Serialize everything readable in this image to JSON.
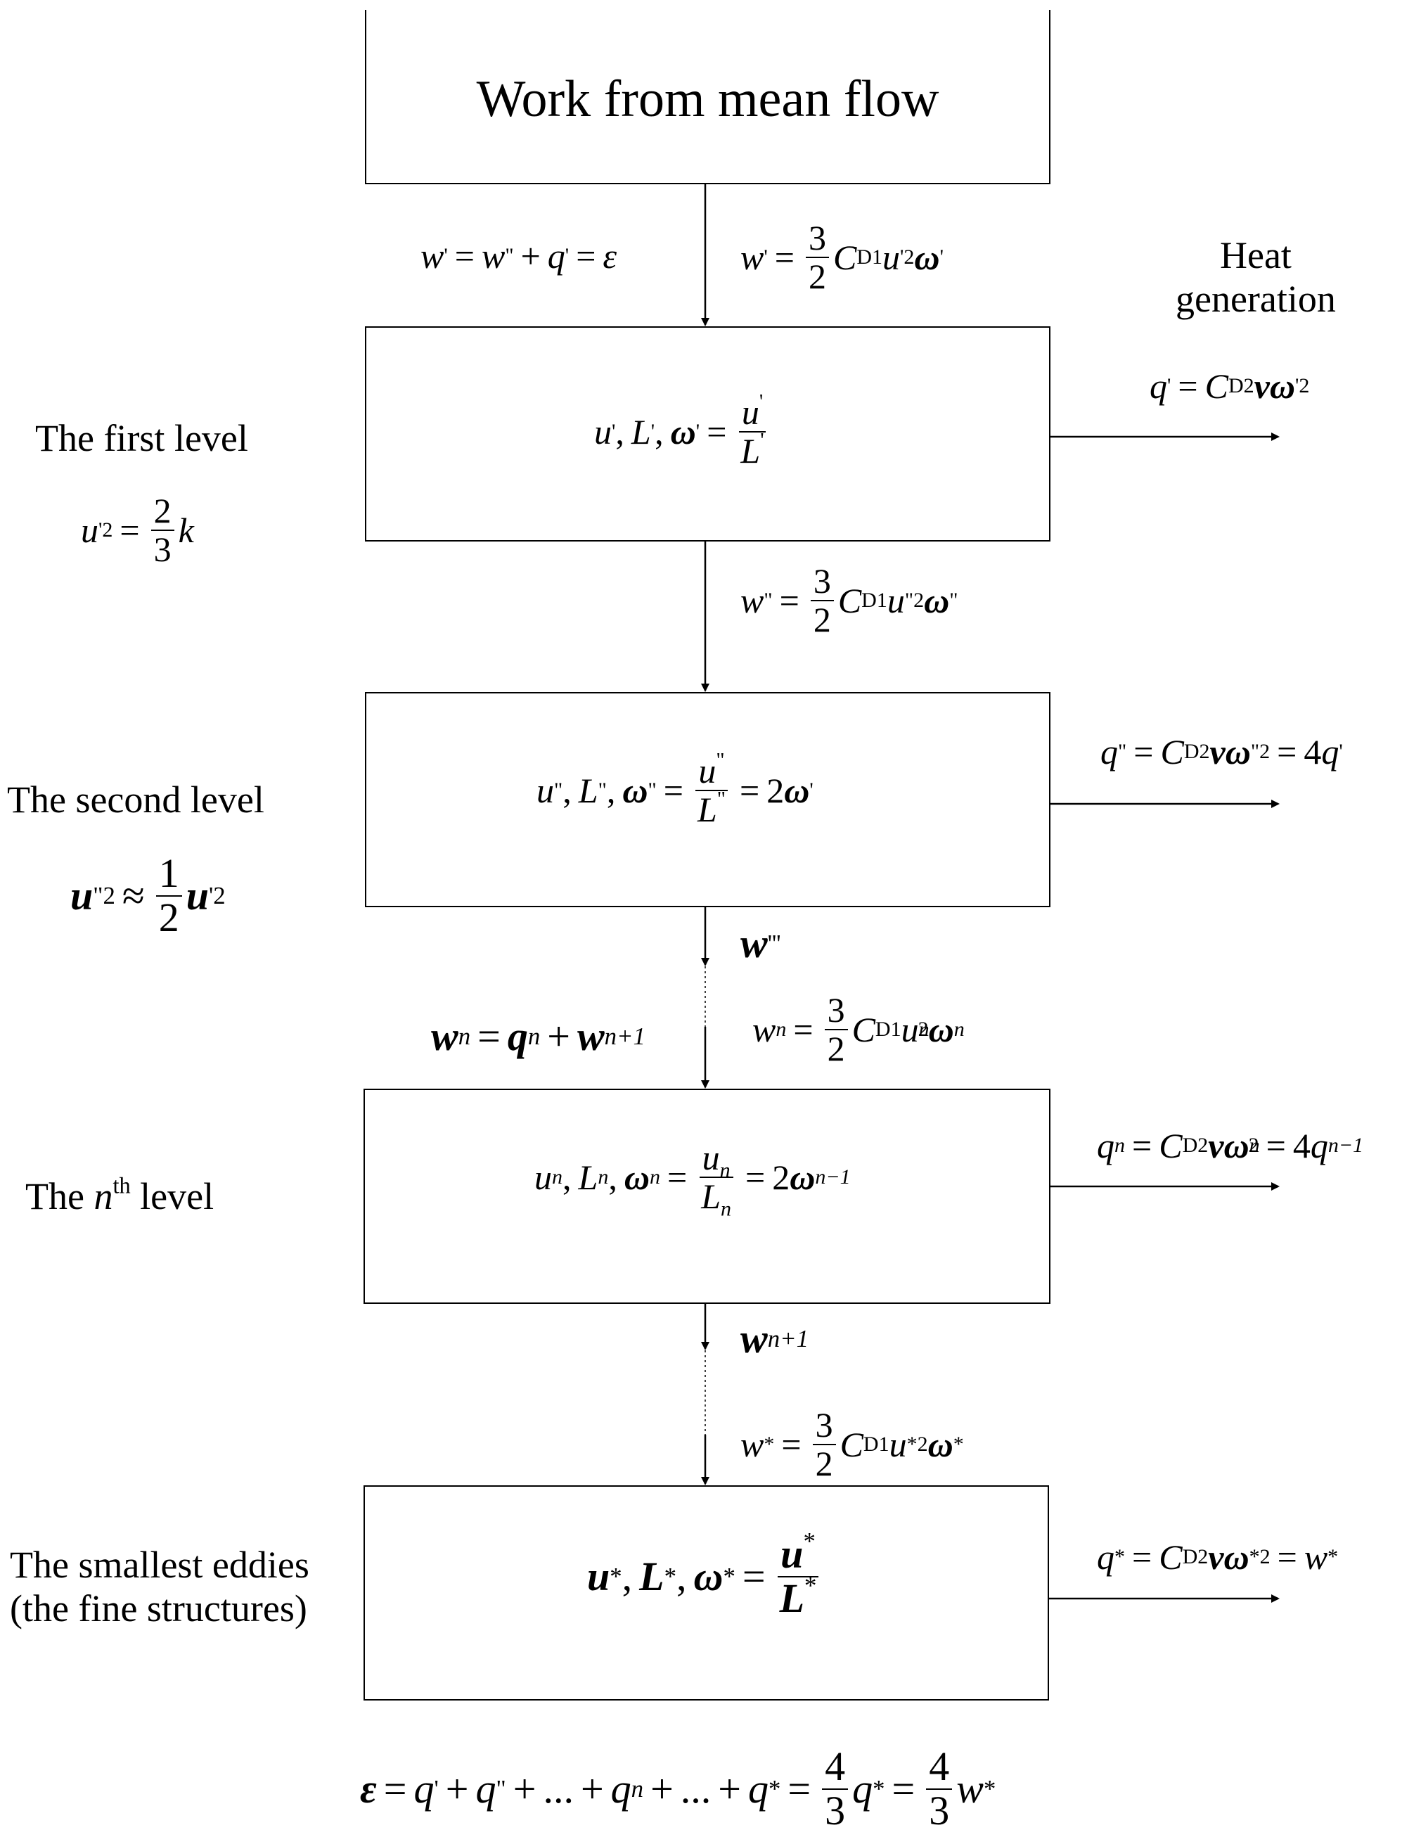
{
  "title": "Work from mean flow",
  "heat_generation": "Heat\ngeneration",
  "levels": {
    "first": "The first level",
    "second": "The second level",
    "nth_prefix": "The ",
    "nth_n": "n",
    "nth_sup": "th",
    "nth_suffix": " level",
    "smallest": "The smallest eddies\n(the fine structures)"
  },
  "symbols": {
    "w": "w",
    "q": "q",
    "u": "u",
    "L": "L",
    "k": "k",
    "n": "n",
    "omega": "ω",
    "eps": "ε",
    "nu": "ν",
    "C": "C",
    "D1": "D1",
    "D2": "D2",
    "prime": "'",
    "dprime": "\"",
    "tprime": "'''",
    "star": "*",
    "eq": "=",
    "plus": "+",
    "minus": "−",
    "approx": "≈",
    "comma": ",",
    "dots": "...",
    "n_plus_1": "n+1",
    "n_minus_1": "n−1",
    "two": "2",
    "three": "3",
    "four": "4",
    "one": "1",
    "sq": "2",
    "pstar2": "*2",
    "p2": "'2",
    "dp2": "\"2"
  },
  "colors": {
    "line": "#000000",
    "background": "#ffffff"
  }
}
